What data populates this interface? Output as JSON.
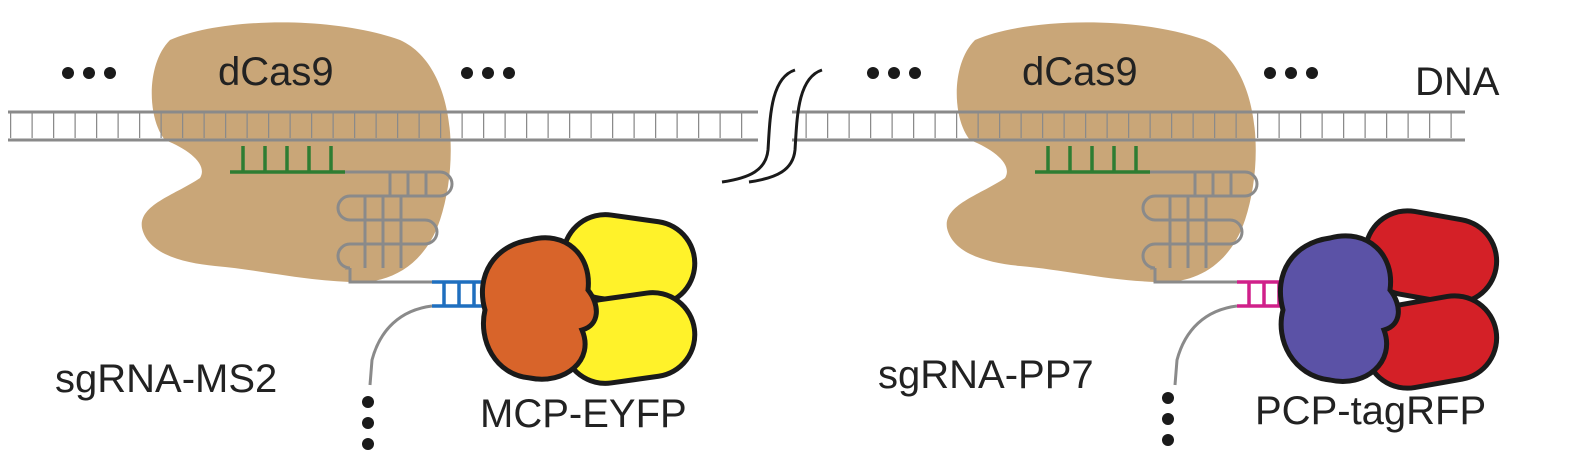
{
  "labels": {
    "dcas9_left": "dCas9",
    "dcas9_right": "dCas9",
    "dna": "DNA",
    "sgrna_ms2": "sgRNA-MS2",
    "sgrna_pp7": "sgRNA-PP7",
    "mcp_eyfp": "MCP-EYFP",
    "pcp_tagrfp": "PCP-tagRFP"
  },
  "colors": {
    "dcas9": "#c9a678",
    "dna_strand": "#8a8a8a",
    "sgrna_guide": "#2e7d32",
    "ms2_hairpin": "#1f6fbf",
    "pp7_hairpin": "#d0208a",
    "mcp": "#d8642a",
    "eyfp": "#fff22a",
    "pcp": "#5b52a6",
    "tagrfp": "#d42027",
    "outline": "#1a1a1a"
  }
}
